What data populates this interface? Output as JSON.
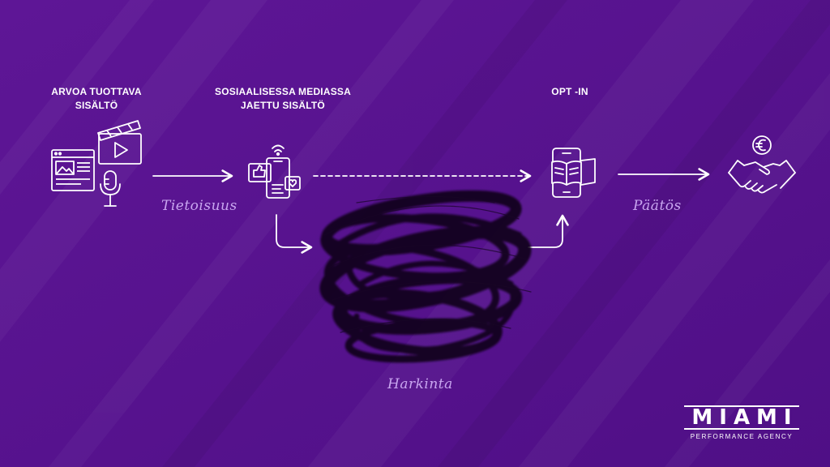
{
  "nodes": {
    "content": {
      "title": "ARVOA TUOTTAVA\nSISÄLTÖ"
    },
    "social": {
      "title": "SOSIAALISESSA MEDIASSA\nJAETTU SISÄLTÖ"
    },
    "optin": {
      "title": "OPT -IN"
    }
  },
  "stages": {
    "awareness": "Tietoisuus",
    "consideration": "Harkinta",
    "decision": "Päätös"
  },
  "icons": {
    "content": [
      "browser-window-icon",
      "video-clapper-icon",
      "microphone-icon"
    ],
    "social": "smartphone-social-icon",
    "optin": "phone-ebook-icon",
    "decision": "handshake-euro-icon"
  },
  "brand": {
    "name": "MIAMI",
    "tagline": "PERFORMANCE AGENCY"
  },
  "colors": {
    "background": "#5a1492",
    "script_text": "#c9a6f0",
    "foreground": "#ffffff"
  }
}
